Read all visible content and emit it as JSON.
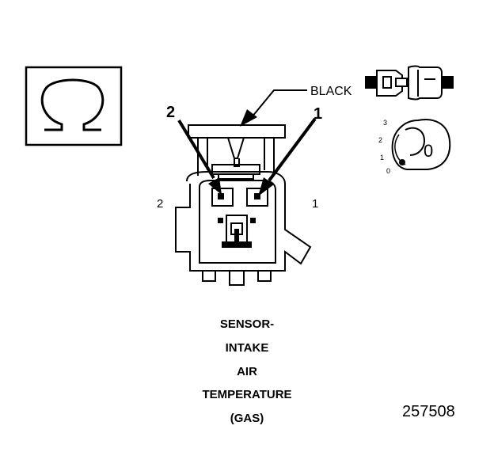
{
  "connector": {
    "color_callout": "BLACK",
    "terminal_callout_left": "2",
    "terminal_callout_right": "1",
    "side_label_left": "2",
    "side_label_right": "1"
  },
  "position_indicator": {
    "digit": "0",
    "scale": [
      "3",
      "2",
      "1",
      "0"
    ]
  },
  "symbol_box": {
    "icon": "ohm-icon"
  },
  "title_lines": [
    "SENSOR-",
    "INTAKE",
    "AIR",
    "TEMPERATURE",
    "(GAS)"
  ],
  "figure_number": "257508"
}
